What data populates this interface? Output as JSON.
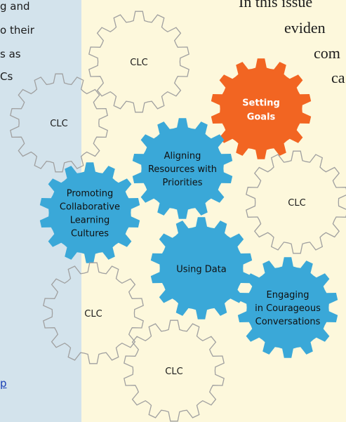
{
  "left_text": {
    "lines": [
      "g and",
      "o their",
      "s as",
      "Cs"
    ],
    "link_fragment": "p"
  },
  "intro_text": {
    "lines": [
      "In this issue",
      "eviden",
      "com",
      "ca"
    ]
  },
  "gears": [
    {
      "name": "clc-gear-top-center",
      "label": "CLC",
      "style": "outline"
    },
    {
      "name": "clc-gear-left",
      "label": "CLC",
      "style": "outline"
    },
    {
      "name": "setting-goals-gear",
      "label": "Setting Goals",
      "style": "orange"
    },
    {
      "name": "aligning-resources-gear",
      "label": "Aligning Resources with Priorities",
      "style": "blue"
    },
    {
      "name": "clc-gear-right",
      "label": "CLC",
      "style": "outline"
    },
    {
      "name": "promoting-collaborative-gear",
      "label": "Promoting Collaborative Learning Cultures",
      "style": "blue"
    },
    {
      "name": "using-data-gear",
      "label": "Using Data",
      "style": "blue"
    },
    {
      "name": "engaging-courageous-gear",
      "label": "Engaging in Courageous Conversations",
      "style": "blue"
    },
    {
      "name": "clc-gear-bottom-left",
      "label": "CLC",
      "style": "outline"
    },
    {
      "name": "clc-gear-bottom-center",
      "label": "CLC",
      "style": "outline"
    }
  ],
  "colors": {
    "background": "#fdf8dc",
    "left_panel": "#d3e3ec",
    "blue_gear": "#3aa8d8",
    "orange_gear": "#f26522",
    "outline_gear_stroke": "#a0a0a0",
    "outline_gear_fill": "#fffdf2"
  }
}
